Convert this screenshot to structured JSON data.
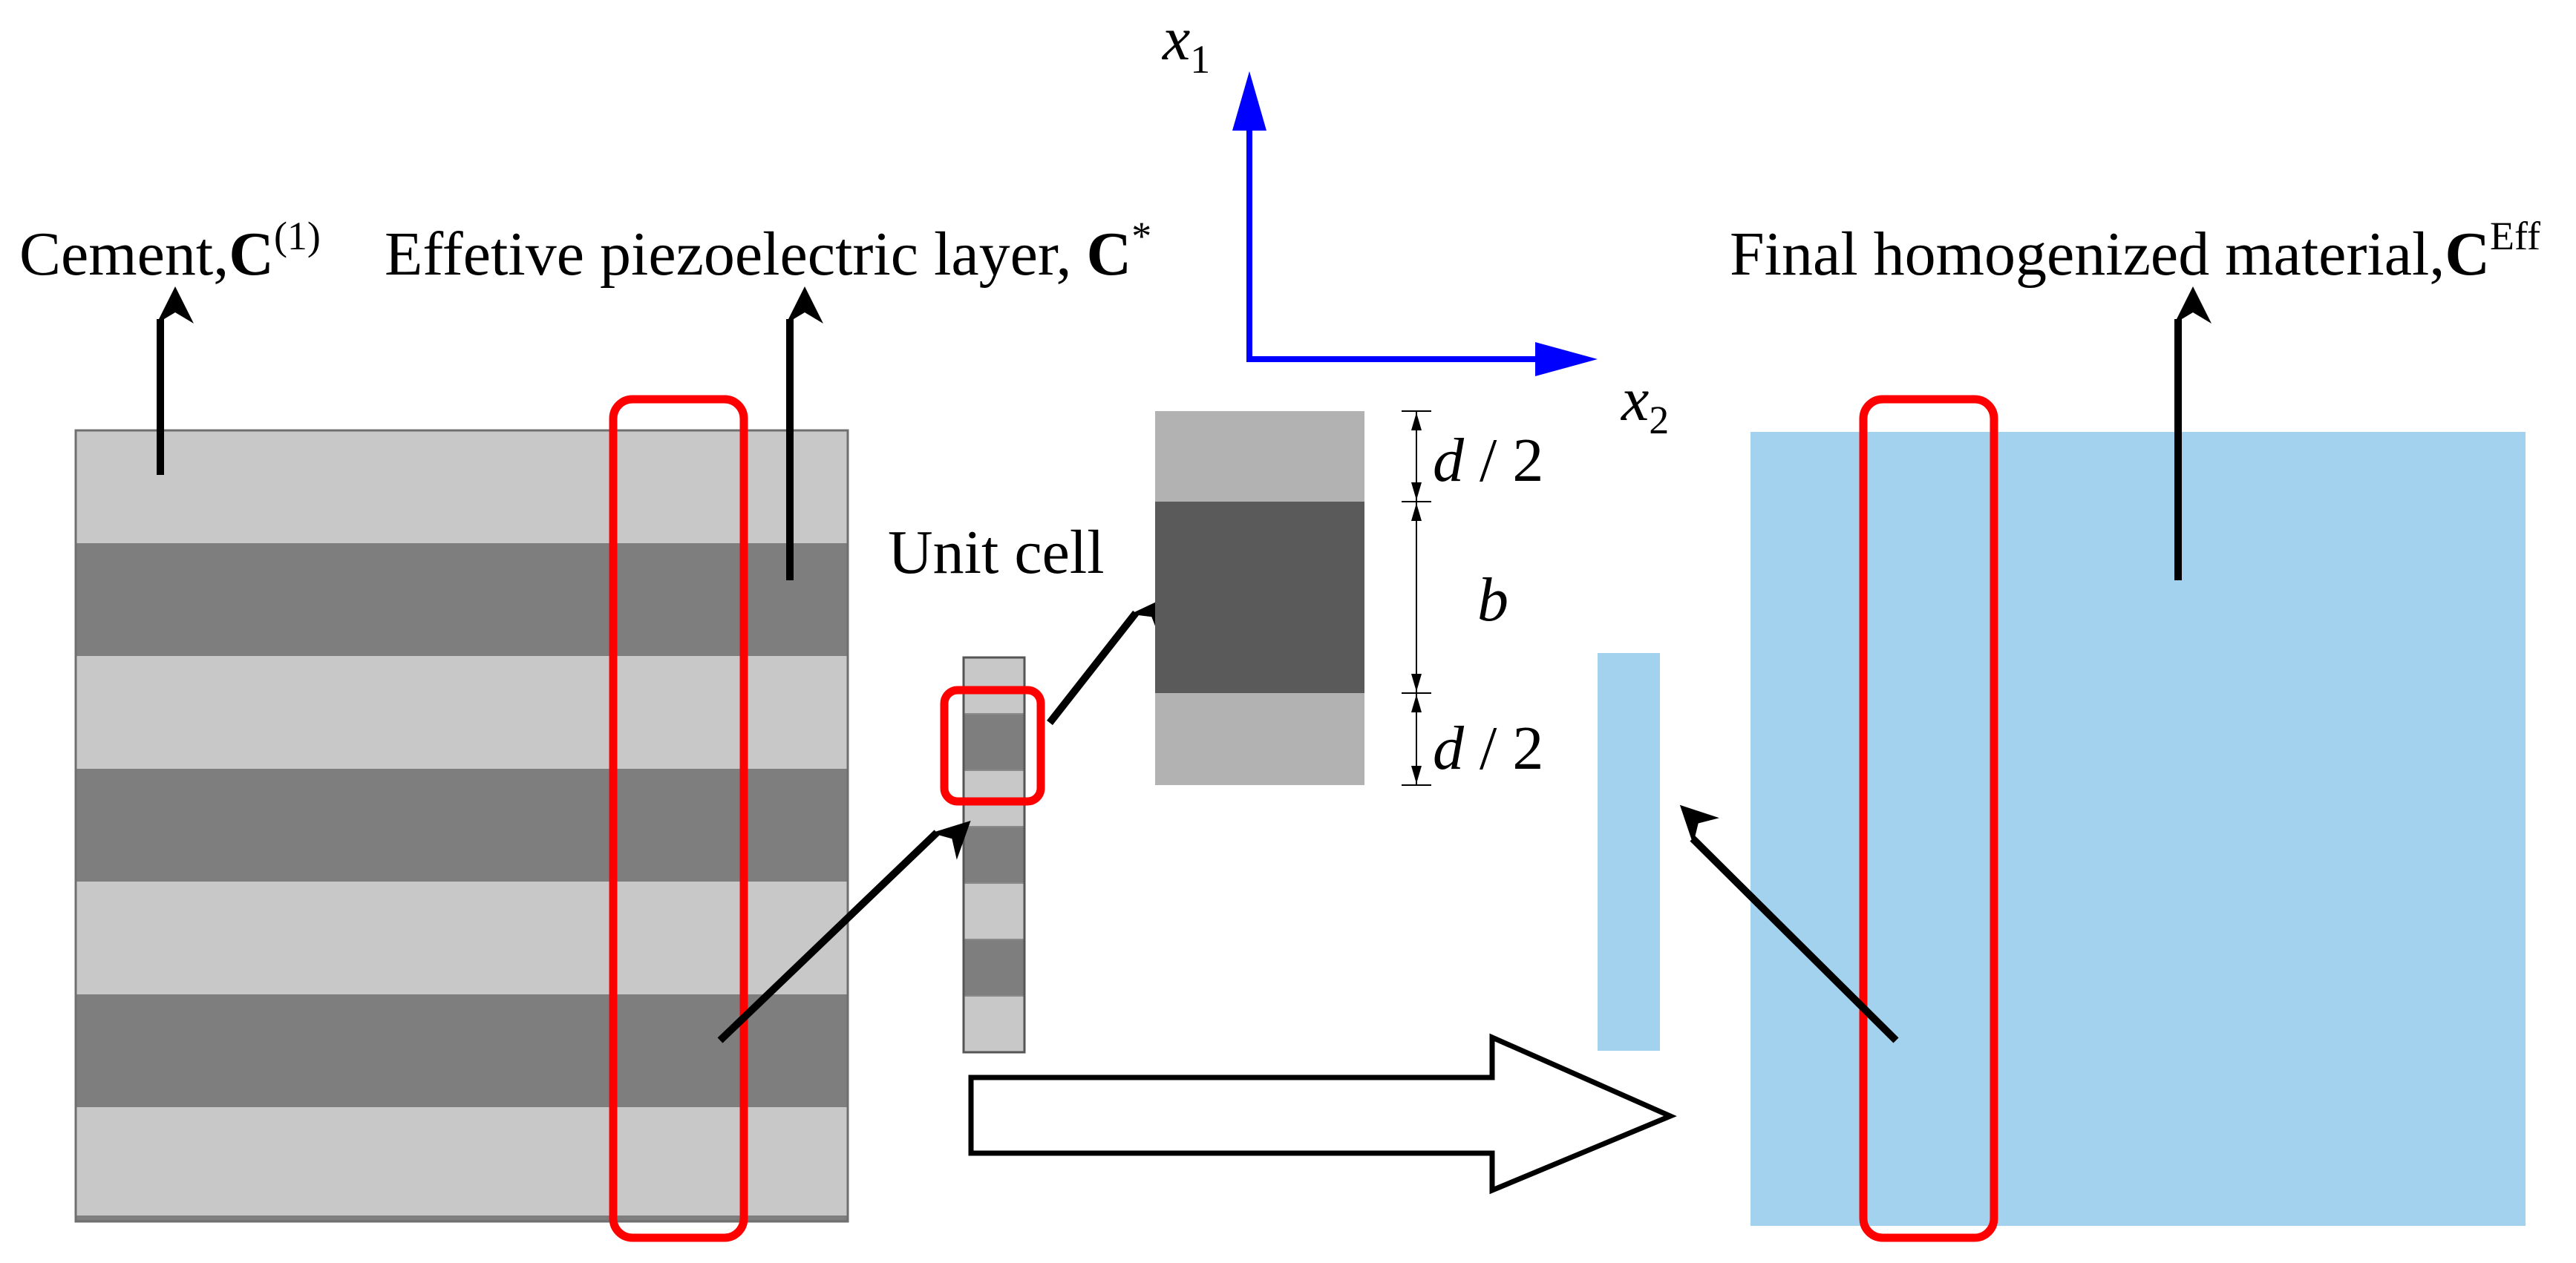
{
  "labels": {
    "cement": {
      "text": "Cement,",
      "symbol": "C",
      "sup": "(1)"
    },
    "effective_layer": {
      "text": "Effetive piezoelectric layer,",
      "symbol": "C",
      "sup": "*"
    },
    "final_material": {
      "text": "Final homogenized material,",
      "symbol": "C",
      "sup": "Eff"
    },
    "unit_cell": "Unit cell"
  },
  "axes": {
    "x1": {
      "var": "x",
      "sub": "1"
    },
    "x2": {
      "var": "x",
      "sub": "2"
    }
  },
  "dimensions": {
    "top_half": {
      "var": "d",
      "rest": " / 2"
    },
    "middle": "b",
    "bottom_half": {
      "var": "d",
      "rest": " / 2"
    }
  },
  "colors": {
    "light_layer": "#c8c8c8",
    "dark_layer": "#7e7e7e",
    "cell_light": "#b2b2b2",
    "cell_dark": "#5a5a5a",
    "homogenized": "#a3d2ee",
    "highlight": "#ff0000",
    "axis": "#0000ff",
    "arrow": "#000000"
  }
}
